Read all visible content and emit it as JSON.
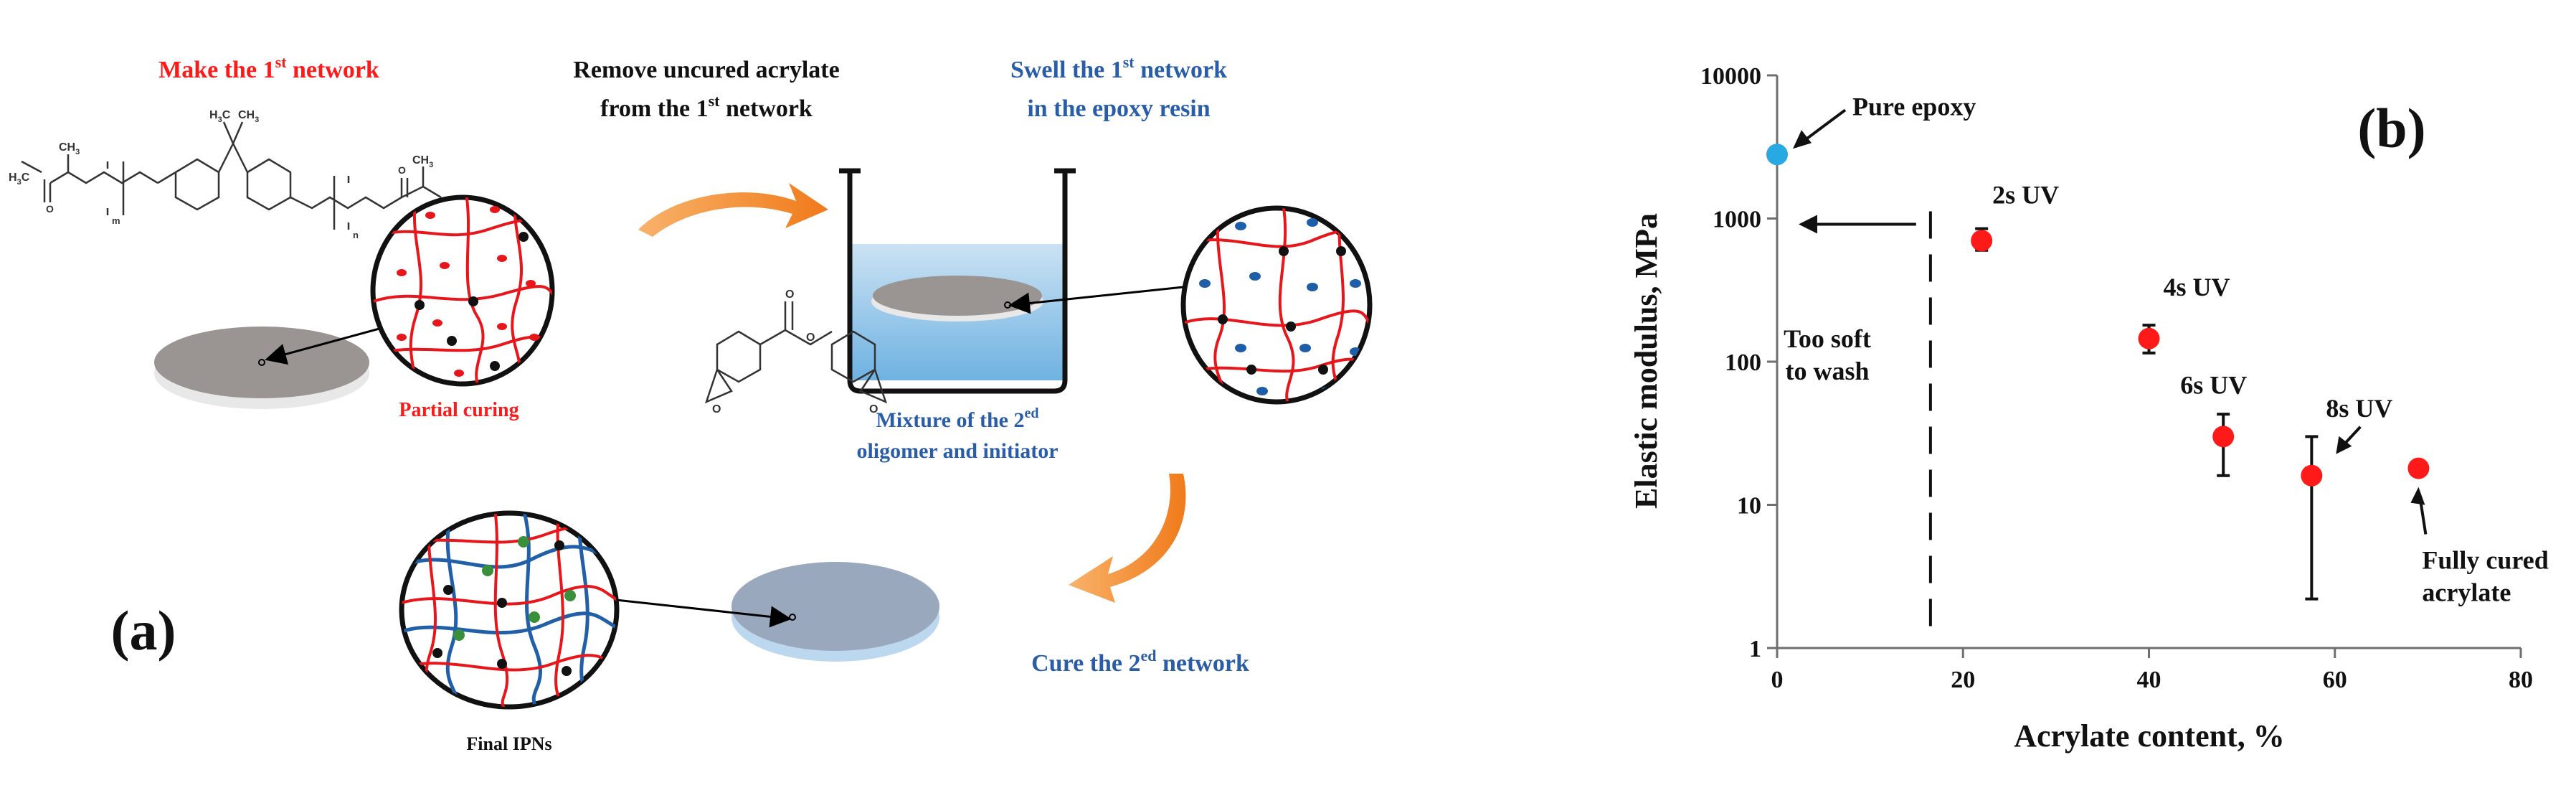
{
  "figure": {
    "panel_a": {
      "label": "(a)",
      "steps": {
        "make_first": {
          "main": "Make the 1",
          "sup": "st",
          "rest": " network"
        },
        "remove_uncured": {
          "line1": "Remove uncured acrylate",
          "line2": "from the 1",
          "line2_sup": "st",
          "line2_rest": " network"
        },
        "swell": {
          "line1_main": "Swell the 1",
          "line1_sup": "st",
          "line1_rest": " network",
          "line2": "in the epoxy resin"
        },
        "partial_curing": "Partial curing",
        "mixture": {
          "line1_main": "Mixture of the 2",
          "line1_sup": "ed",
          "line2": "oligomer and initiator"
        },
        "cure_second": {
          "main": "Cure the 2",
          "sup": "ed",
          "rest": "  network"
        },
        "final": "Final IPNs"
      },
      "chem_labels": {
        "ch3": "CH",
        "ch3_sub": "3",
        "h3c": "H",
        "h3c_rest": "C",
        "m": "m",
        "n": "n",
        "o": "O"
      }
    },
    "panel_b": {
      "label": "(b)"
    }
  },
  "chart_data": {
    "type": "scatter",
    "title": "",
    "xlabel": "Acrylate content, %",
    "ylabel": "Elastic modulus, MPa",
    "xlim": [
      0,
      80
    ],
    "ylim": [
      1,
      10000
    ],
    "yscale": "log",
    "x_ticks": [
      "0",
      "20",
      "40",
      "60",
      "80"
    ],
    "y_ticks": [
      "1",
      "10",
      "100",
      "1000",
      "10000"
    ],
    "grid": false,
    "points": [
      {
        "x": 0,
        "y": 2800,
        "err_low": null,
        "err_high": null,
        "label": "Pure epoxy",
        "color": "#29a9e1"
      },
      {
        "x": 22,
        "y": 700,
        "err_low": 600,
        "err_high": 850,
        "label": "2s UV",
        "color": "#ff1a1a"
      },
      {
        "x": 40,
        "y": 145,
        "err_low": 115,
        "err_high": 180,
        "label": "4s UV",
        "color": "#ff1a1a"
      },
      {
        "x": 48,
        "y": 30,
        "err_low": 16,
        "err_high": 43,
        "label": "6s UV",
        "color": "#ff1a1a"
      },
      {
        "x": 57.5,
        "y": 16,
        "err_low": 2.2,
        "err_high": 30,
        "label": "8s UV",
        "color": "#ff1a1a"
      },
      {
        "x": 69,
        "y": 18,
        "err_low": null,
        "err_high": null,
        "label": "Fully cured acrylate",
        "color": "#ff1a1a"
      }
    ],
    "annotations": {
      "threshold_x": 16.5,
      "threshold_text_1": "Too soft",
      "threshold_text_2": "to wash",
      "fully_cured_1": "Fully cured",
      "fully_cured_2": "acrylate"
    }
  }
}
